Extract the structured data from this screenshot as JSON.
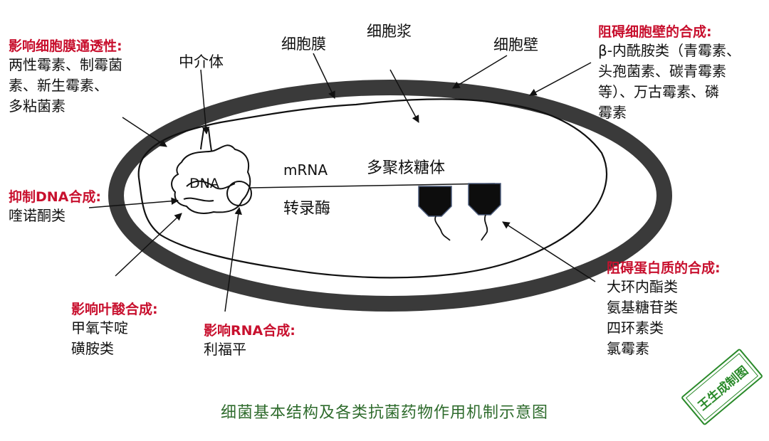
{
  "structures": {
    "mesosome": "中介体",
    "cell_membrane": "细胞膜",
    "cytoplasm": "细胞浆",
    "cell_wall": "细胞壁",
    "dna": "DNA",
    "mrna": "mRNA",
    "polyribosome": "多聚核糖体",
    "rna_polymerase": "转录酶"
  },
  "annotations": {
    "membrane": {
      "title": "影响细胞膜通透性:",
      "lines": [
        "两性霉素、制霉菌",
        "素、新生霉素、",
        "多粘菌素"
      ]
    },
    "wall": {
      "title": "阻碍细胞壁的合成:",
      "lines": [
        "β-内酰胺类（青霉素、",
        "头孢菌素、碳青霉素",
        "等）、万古霉素、磷",
        "霉素"
      ]
    },
    "dna": {
      "title": "抑制DNA合成:",
      "lines": [
        "喹诺酮类"
      ]
    },
    "folate": {
      "title": "影响叶酸合成:",
      "lines": [
        "甲氧苄啶",
        "磺胺类"
      ]
    },
    "rna": {
      "title": "影响RNA合成:",
      "lines": [
        "利福平"
      ]
    },
    "protein": {
      "title": "阻碍蛋白质的合成:",
      "lines": [
        "大环内酯类",
        "氨基糖苷类",
        "四环素类",
        "氯霉素"
      ]
    }
  },
  "caption": "细菌基本结构及各类抗菌药物作用机制示意图",
  "stamp_text": "王生成制图",
  "colors": {
    "annotation_title": "#c8102e",
    "caption": "#2e6b2c",
    "stamp": "#2a8a2a",
    "cell_wall": "#3a3a3a"
  }
}
